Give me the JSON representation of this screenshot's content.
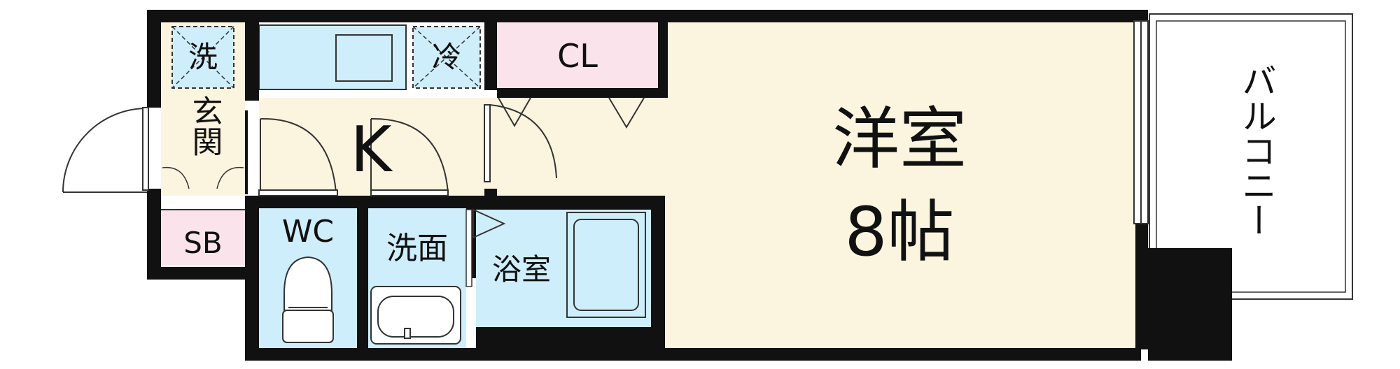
{
  "floorplan": {
    "rooms": {
      "main_room": {
        "name": "洋室",
        "size": "8帖"
      },
      "kitchen": {
        "name": "K"
      },
      "entrance": {
        "name": "玄関"
      },
      "closet": {
        "name": "CL"
      },
      "shoe_box": {
        "name": "SB"
      },
      "toilet": {
        "name": "WC"
      },
      "washroom": {
        "name": "洗面"
      },
      "bathroom": {
        "name": "浴室"
      },
      "balcony": {
        "name": "バルコニー"
      },
      "washer_space": {
        "name": "洗"
      },
      "fridge_space": {
        "name": "冷"
      }
    },
    "colors": {
      "floor_living": "#fbf4df",
      "water_area": "#cfeefb",
      "storage": "#fbe3ec",
      "wall": "#111111",
      "balcony": "#ffffff"
    }
  }
}
